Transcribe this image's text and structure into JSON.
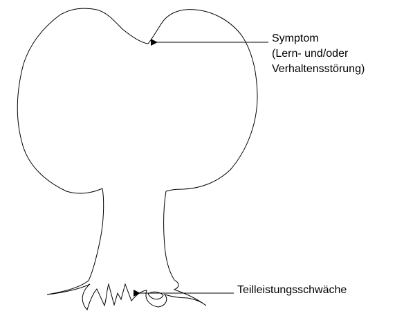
{
  "diagram": {
    "symptom_label_lines": [
      "Symptom",
      "(Lern- und/oder",
      "Verhaltensstörung)"
    ],
    "root_label": "Teilleistungsschwäche",
    "colors": {
      "line": "#000000",
      "background": "#ffffff"
    }
  }
}
